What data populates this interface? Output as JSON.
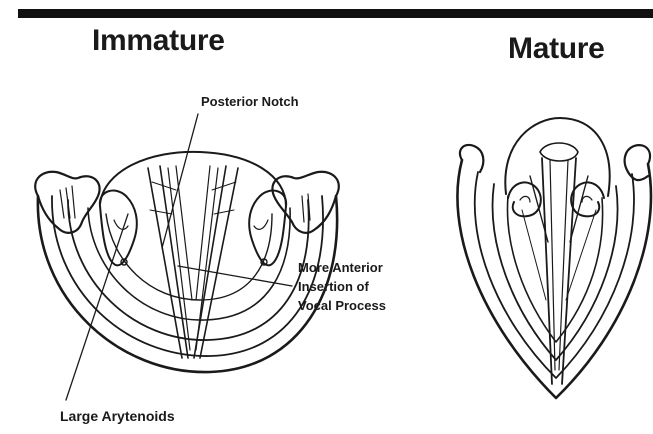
{
  "titles": {
    "immature": "Immature",
    "mature": "Mature"
  },
  "labels": {
    "posterior_notch": "Posterior Notch",
    "anterior_line1": "More Anterior",
    "anterior_line2": "Insertion of",
    "anterior_line3": "Vocal Process",
    "large_arytenoids": "Large Arytenoids"
  },
  "colors": {
    "ink": "#1a1a1a",
    "background": "#ffffff",
    "bar": "#111111"
  }
}
